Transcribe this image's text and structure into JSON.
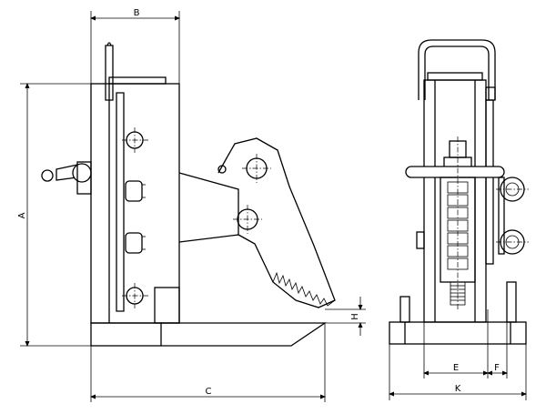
{
  "dimensions": {
    "a": "A",
    "b": "B",
    "c": "C",
    "e": "E",
    "f": "F",
    "h": "H",
    "k": "K"
  }
}
